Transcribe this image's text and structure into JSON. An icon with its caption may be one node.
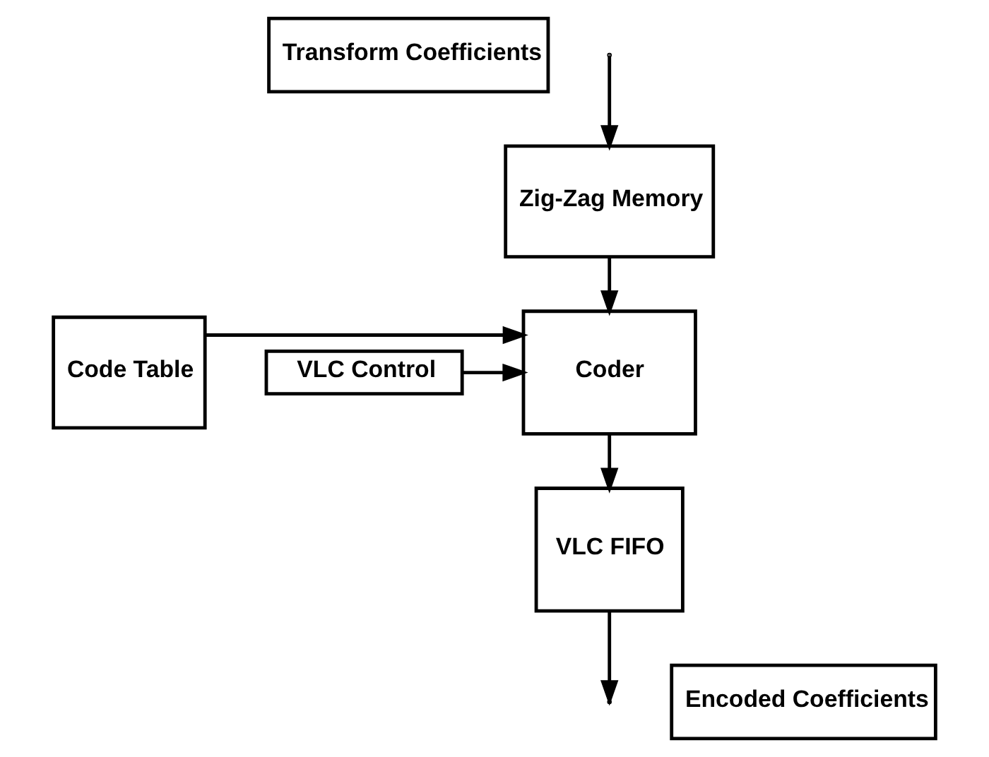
{
  "diagram": {
    "nodes": [
      {
        "text": [
          "Transform Coefficients"
        ]
      },
      {
        "text": [
          "Zig-Zag Memory"
        ]
      },
      {
        "text": [
          "Code Table"
        ]
      },
      {
        "text": [
          "Coder"
        ]
      },
      {
        "text": [
          "VLC Control"
        ]
      },
      {
        "text": [
          "VLC FIFO"
        ]
      },
      {
        "text": [
          "Encoded Coefficients"
        ]
      }
    ],
    "edges": [
      {
        "from": null,
        "to": 1,
        "arrow": "to"
      },
      {
        "from": 1,
        "to": 3,
        "arrow": "to"
      },
      {
        "from": 2,
        "to": 3,
        "arrow": "to"
      },
      {
        "from": 4,
        "to": 3,
        "arrow": "to"
      },
      {
        "from": 3,
        "to": 5,
        "arrow": "to"
      },
      {
        "from": 5,
        "to": null,
        "arrow": "to"
      }
    ]
  }
}
